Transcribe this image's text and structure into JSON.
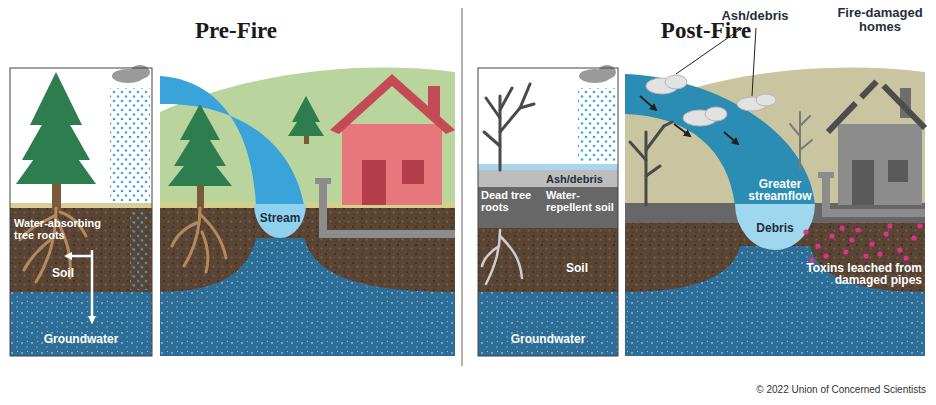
{
  "diagram": {
    "labels": [
      "Pre-Fire",
      "Post-Fire",
      "Water-absorbing tree roots",
      "Soil",
      "Groundwater",
      "Stream",
      "Ash/debris",
      "Fire-damaged homes",
      "Ash/debris",
      "Dead tree roots",
      "Water-repellent soil",
      "Greater streamflow",
      "Debris",
      "Soil",
      "Toxins leached from damaged pipes",
      "Groundwater",
      "© 2022 Union of Concerned Scientists"
    ]
  }
}
